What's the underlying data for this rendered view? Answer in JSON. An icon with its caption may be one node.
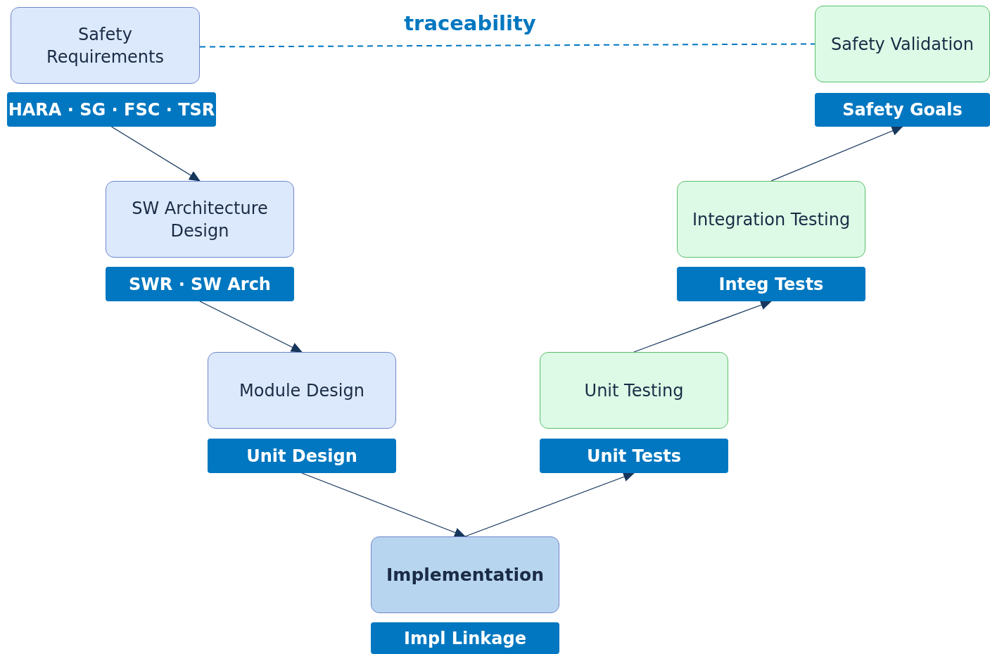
{
  "diagram": {
    "nodes": [
      {
        "text": [
          "Safety Requirements"
        ]
      },
      {
        "text": [
          "HARA · SG · FSC · TSR"
        ]
      },
      {
        "text": [
          "SW Architecture Design"
        ]
      },
      {
        "text": [
          "SWR · SW Arch"
        ]
      },
      {
        "text": [
          "Module Design"
        ]
      },
      {
        "text": [
          "Unit Design"
        ]
      },
      {
        "text": [
          "Implementation"
        ]
      },
      {
        "text": [
          "Impl Linkage"
        ]
      },
      {
        "text": [
          "Unit Testing"
        ]
      },
      {
        "text": [
          "Unit Tests"
        ]
      },
      {
        "text": [
          "Integration Testing"
        ]
      },
      {
        "text": [
          "Integ Tests"
        ]
      },
      {
        "text": [
          "Safety Validation"
        ]
      },
      {
        "text": [
          "Safety Goals"
        ]
      }
    ],
    "edges": [
      {
        "from": 1,
        "to": 2,
        "arrow": "to"
      },
      {
        "from": 3,
        "to": 4,
        "arrow": "to"
      },
      {
        "from": 5,
        "to": 6,
        "arrow": "to"
      },
      {
        "from": 6,
        "to": 9,
        "arrow": "to"
      },
      {
        "from": 8,
        "to": 11,
        "arrow": "to"
      },
      {
        "from": 10,
        "to": 13,
        "arrow": "to"
      },
      {
        "from": 0,
        "to": 12,
        "arrow": "none",
        "label": "traceability",
        "style": "dashed",
        "color": "#0077c0"
      }
    ]
  }
}
